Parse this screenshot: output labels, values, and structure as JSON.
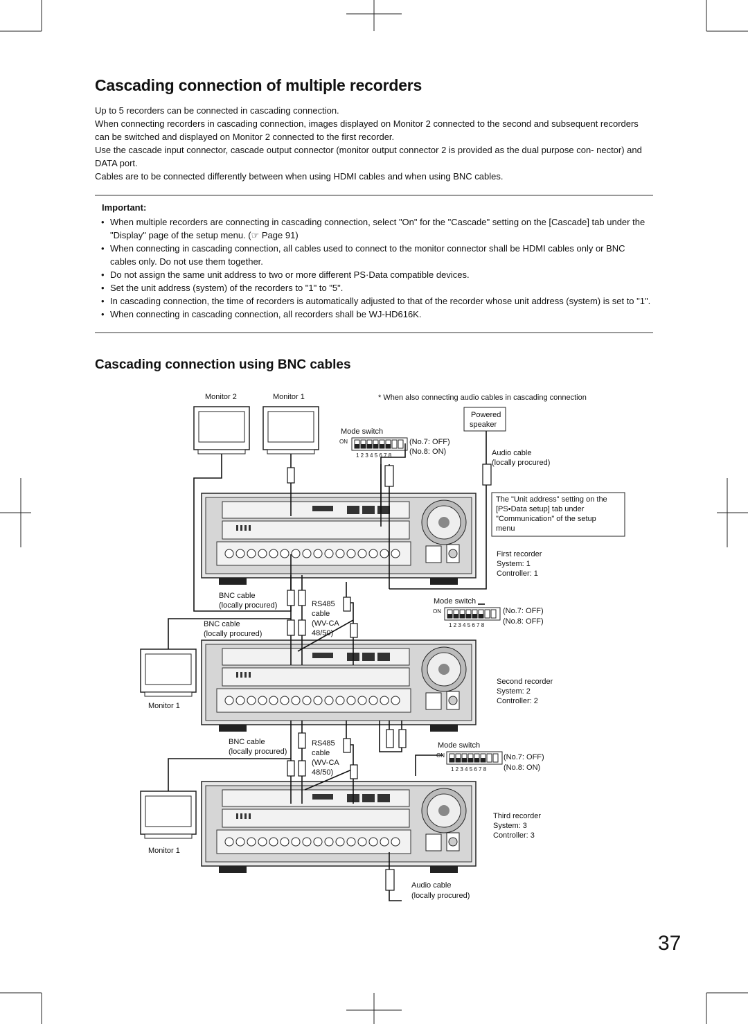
{
  "title": "Cascading connection of multiple recorders",
  "intro": [
    "Up to 5 recorders can be connected in cascading connection.",
    "When connecting recorders in cascading connection, images displayed on Monitor 2 connected to the second and subsequent recorders can be switched and displayed on Monitor 2 connected to the first recorder.",
    "Use the cascade input connector, cascade output connector (monitor output connector 2 is provided as the dual purpose con- nector) and DATA port.",
    "Cables are to be connected differently between when using HDMI cables and when using BNC cables."
  ],
  "important": {
    "label": "Important:",
    "items": [
      "When multiple recorders are connecting in cascading connection, select \"On\" for the \"Cascade\" setting on the [Cascade] tab under the \"Display\" page of the setup menu. (☞ Page 91)",
      "When connecting in cascading connection, all cables used to connect to the monitor connector shall be HDMI cables only or BNC cables only. Do not use them together.",
      "Do not assign the same unit address to two or more different PS·Data compatible devices.",
      "Set the unit address (system) of the recorders to \"1\" to \"5\".",
      "In cascading connection, the time of recorders is automatically adjusted to that of the recorder whose unit address (system) is set to \"1\".",
      "When connecting in cascading connection, all recorders shall be WJ-HD616K."
    ]
  },
  "section_title": "Cascading connection using BNC cables",
  "diagram": {
    "note": "* When also connecting audio cables in cascading connection",
    "monitor2": "Monitor 2",
    "monitor1": "Monitor 1",
    "mode_switch": "Mode switch",
    "on": "ON",
    "switch_numbers": "1 2 3 4 5 6 7 8",
    "sw1_no7": "(No.7: OFF)",
    "sw1_no8": "(No.8: ON)",
    "sw2_no7": "(No.7: OFF)",
    "sw2_no8": "(No.8: OFF)",
    "sw3_no7": "(No.7: OFF)",
    "sw3_no8": "(No.8: ON)",
    "powered_speaker": [
      "Powered",
      "speaker"
    ],
    "audio_cable": "Audio cable",
    "locally_procured": "(locally procured)",
    "unit_address_note": [
      "The \"Unit address\" setting on the",
      "[PS•Data setup] tab under",
      "\"Communication\" of the setup",
      "menu"
    ],
    "recorders": [
      {
        "name": "First recorder",
        "system": "System:   1",
        "controller": "Controller: 1"
      },
      {
        "name": "Second recorder",
        "system": "System:   2",
        "controller": "Controller: 2"
      },
      {
        "name": "Third recorder",
        "system": "System:   3",
        "controller": "Controller: 3"
      }
    ],
    "bnc_cable": "BNC cable",
    "rs485": [
      "RS485",
      "cable",
      "(WV-CA",
      "48/50)"
    ]
  },
  "page_number": "37"
}
